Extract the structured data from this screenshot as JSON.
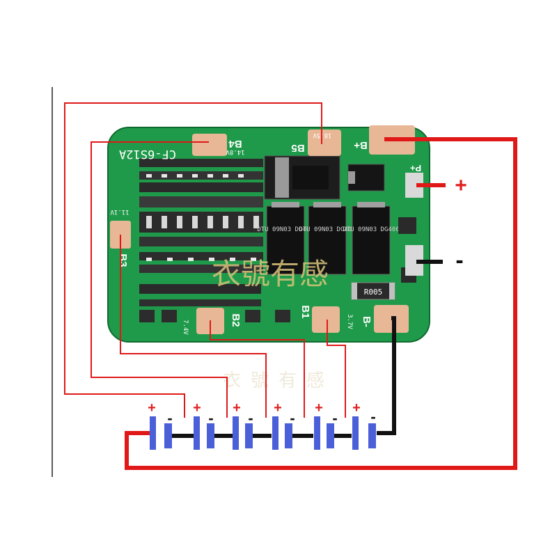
{
  "board": {
    "model": "CF-6S12A",
    "pad_b_plus": "B+",
    "pad_b5": "B5",
    "pad_b4": "B4",
    "pad_b3": "B3",
    "pad_b2": "B2",
    "pad_b1": "B1",
    "pad_b_minus": "B-",
    "pad_p_plus": "P+",
    "voltage_b5": "18.5V",
    "voltage_b4": "14.8V",
    "voltage_b3": "11.1V",
    "voltage_b1": "3.7V",
    "voltage_b2_partial": "7.4V",
    "mosfet_label": "DTU 09N03 DG400",
    "resistor_label": "R005",
    "color_pcb": "#1f9a4a",
    "color_pad": "#e8b796"
  },
  "watermark": {
    "main": "衣號有感",
    "faint": "衣號有感"
  },
  "output": {
    "plus_sign": "+",
    "minus_sign": "-"
  },
  "cells": {
    "count": 6,
    "plus_sign": "+",
    "minus_sign": "-",
    "color": "#4a5fd8"
  },
  "wires": {
    "red": "#e01818",
    "black": "#111111"
  }
}
